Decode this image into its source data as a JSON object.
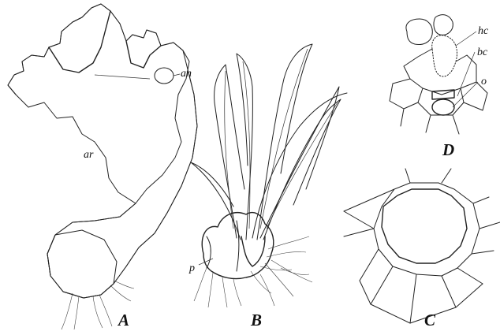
{
  "labels": {
    "panel_a": "A",
    "panel_b": "B",
    "panel_c": "C",
    "panel_d": "D",
    "ar": "ar",
    "an": "an",
    "p": "p",
    "hc": "hc",
    "bc": "bc",
    "o": "o"
  },
  "colors": {
    "ink": "#222222",
    "background": "#ffffff"
  }
}
